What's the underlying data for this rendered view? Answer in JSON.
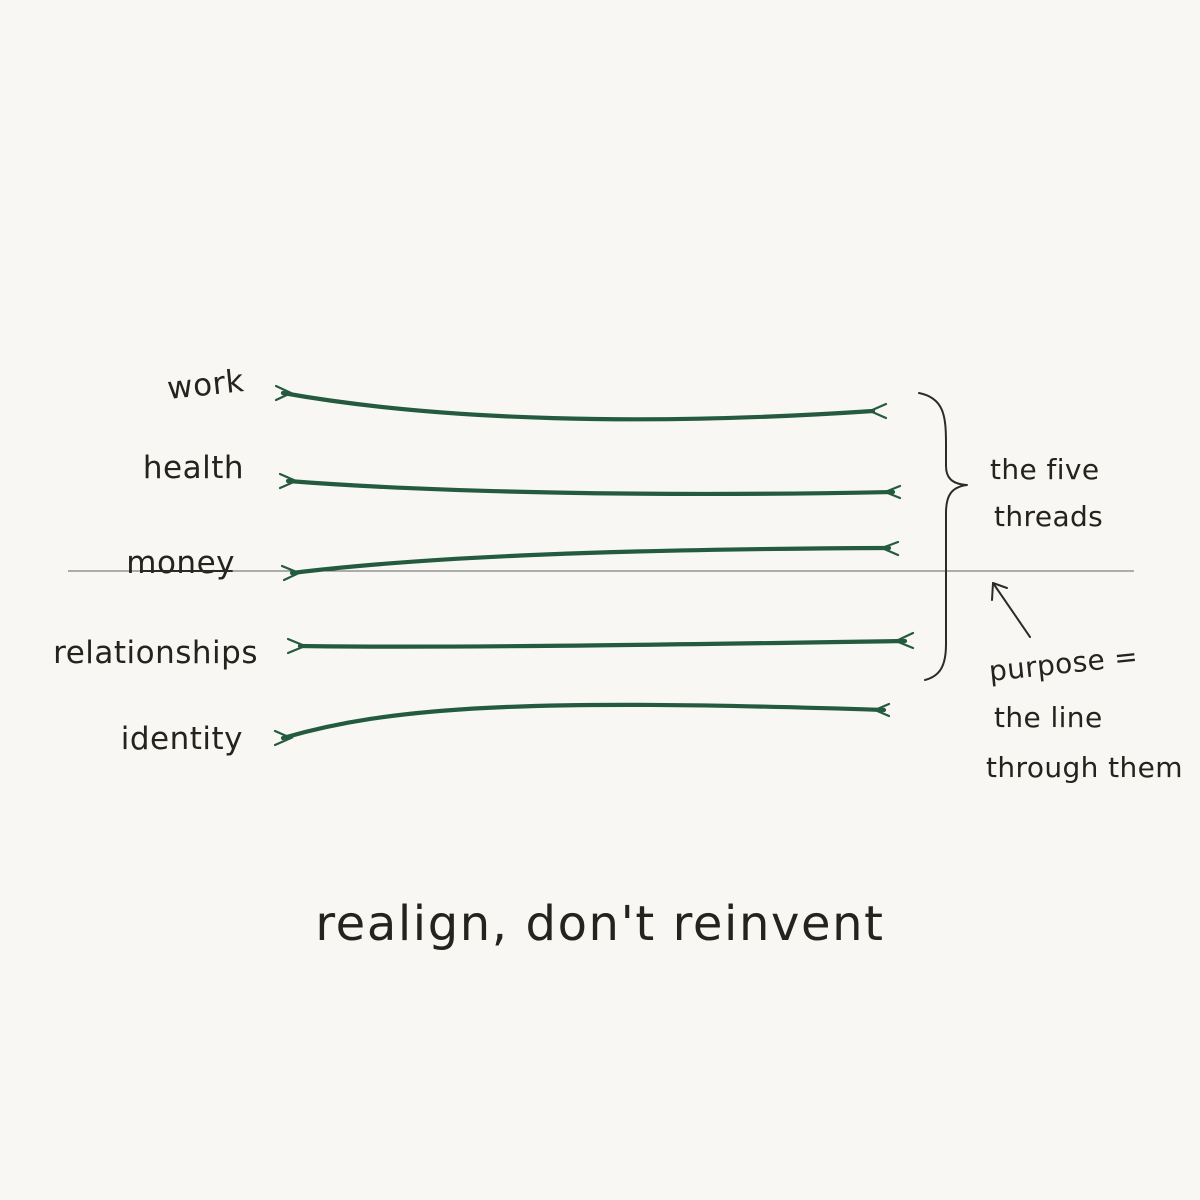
{
  "diagram": {
    "threads": [
      {
        "label": "work"
      },
      {
        "label": "health"
      },
      {
        "label": "money"
      },
      {
        "label": "relationships"
      },
      {
        "label": "identity"
      }
    ],
    "bracket_note": {
      "line1": "the five",
      "line2": "threads"
    },
    "purpose_note": {
      "line1": "purpose =",
      "line2": "the line",
      "line3": "through them"
    },
    "caption": "realign, don't reinvent",
    "colors": {
      "thread": "#245a3d",
      "ink": "#24241f",
      "background": "#f8f7f3",
      "purpose_line": "#606060"
    }
  }
}
